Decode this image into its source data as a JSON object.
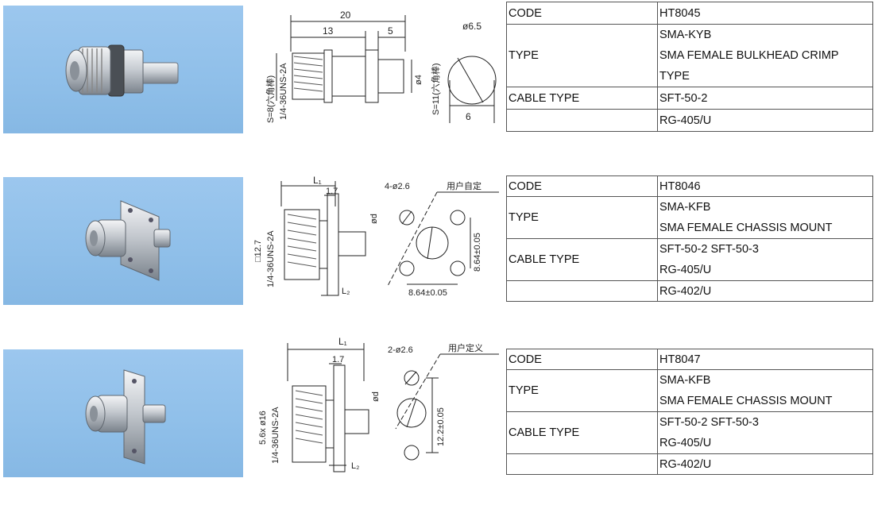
{
  "products": [
    {
      "code_label": "CODE",
      "code": "HT8045",
      "type_label": "TYPE",
      "type_lines": [
        "SMA-KYB",
        "SMA FEMALE BULKHEAD CRIMP",
        "TYPE"
      ],
      "cable_label": "CABLE TYPE",
      "cable_lines": [
        "SFT-50-2",
        "RG-405/U"
      ],
      "drawing": {
        "dim_20": "20",
        "dim_13": "13",
        "dim_5": "5",
        "dim_65": "ø6.5",
        "dim_4": "ø4",
        "dim_6": "6",
        "hex_s8": "S=8(六角棒)",
        "thread": "1/4-36UNS-2A",
        "hex_s11": "S=11(六角棒)"
      }
    },
    {
      "code_label": "CODE",
      "code": "HT8046",
      "type_label": "TYPE",
      "type_lines": [
        "SMA-KFB",
        "SMA FEMALE CHASSIS MOUNT"
      ],
      "cable_label": "CABLE TYPE",
      "cable_lines": [
        "SFT-50-2 SFT-50-3",
        "RG-405/U",
        "RG-402/U"
      ],
      "drawing": {
        "l1": "L₁",
        "d17": "1.7",
        "holes": "4-ø2.6",
        "user": "用户自定",
        "sq": "□12.7",
        "thread": "1/4-36UNS-2A",
        "od": "ød",
        "l2": "L₂",
        "v864": "8.64±0.05",
        "h864": "8.64±0.05"
      }
    },
    {
      "code_label": "CODE",
      "code": "HT8047",
      "type_label": "TYPE",
      "type_lines": [
        "SMA-KFB",
        "SMA FEMALE CHASSIS MOUNT"
      ],
      "cable_label": "CABLE TYPE",
      "cable_lines": [
        "SFT-50-2 SFT-50-3",
        "RG-405/U",
        "RG-402/U"
      ],
      "drawing": {
        "l1": "L₁",
        "d17": "1.7",
        "holes": "2-ø2.6",
        "user": "用户定义",
        "size": "5.6x ø16",
        "thread": "1/4-36UNS-2A",
        "od": "ød",
        "l2": "L₂",
        "v122": "12.2±0.05"
      }
    }
  ]
}
